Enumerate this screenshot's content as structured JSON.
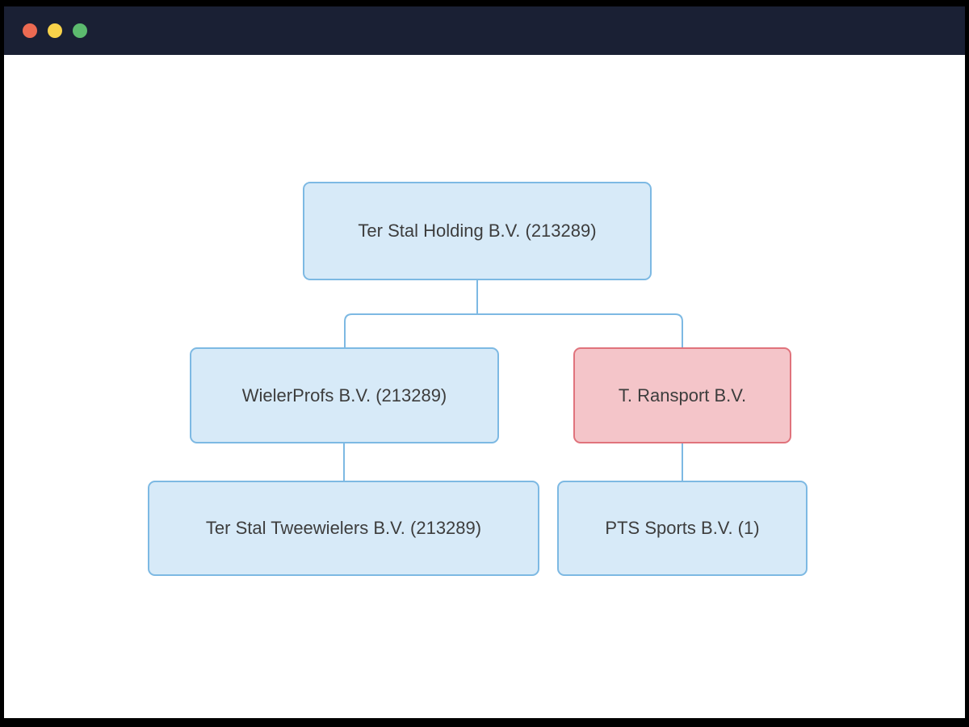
{
  "colors": {
    "frame": "#000000",
    "titlebar-bg": "#1a2034",
    "dot-red": "#ec6a52",
    "dot-yellow": "#f8d24a",
    "dot-green": "#5cba6e",
    "canvas-bg": "#ffffff",
    "connector": "#7db9e3",
    "node-text": "#3d3d3d",
    "node-blue-bg": "#d7eaf8",
    "node-blue-border": "#7db9e3",
    "node-pink-bg": "#f4c5c9",
    "node-pink-border": "#e0737c"
  },
  "titlebar": {
    "buttons": [
      {
        "name": "close",
        "color": "#ec6a52"
      },
      {
        "name": "minimize",
        "color": "#f8d24a"
      },
      {
        "name": "maximize",
        "color": "#5cba6e"
      }
    ]
  },
  "org_chart": {
    "nodes": [
      {
        "id": "root",
        "label": "Ter Stal Holding B.V. (213289)",
        "variant": "blue"
      },
      {
        "id": "wielerprofs",
        "label": "WielerProfs B.V. (213289)",
        "variant": "blue"
      },
      {
        "id": "t-ransport",
        "label": "T. Ransport B.V.",
        "variant": "pink"
      },
      {
        "id": "tweewielers",
        "label": "Ter Stal Tweewielers B.V. (213289)",
        "variant": "blue"
      },
      {
        "id": "pts-sports",
        "label": "PTS Sports B.V. (1)",
        "variant": "blue"
      }
    ],
    "edges": [
      {
        "from": "root",
        "to": "wielerprofs"
      },
      {
        "from": "root",
        "to": "t-ransport"
      },
      {
        "from": "wielerprofs",
        "to": "tweewielers"
      },
      {
        "from": "t-ransport",
        "to": "pts-sports"
      }
    ]
  }
}
